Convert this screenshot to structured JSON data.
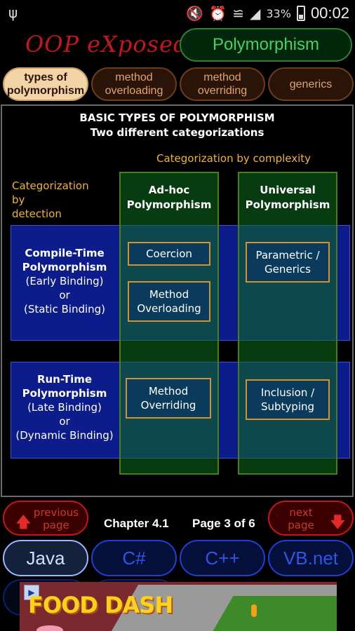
{
  "status_bar": {
    "usb_icon": "usb-icon",
    "icons": [
      "mute-icon",
      "alarm-icon",
      "wifi-icon",
      "signal-icon"
    ],
    "battery_percent": "33%",
    "time": "00:02"
  },
  "header": {
    "logo": "OOP eXposed",
    "topic": "Polymorphism"
  },
  "tabs": [
    {
      "line1": "types of",
      "line2": "polymorphism",
      "active": true
    },
    {
      "line1": "method",
      "line2": "overloading",
      "active": false
    },
    {
      "line1": "method",
      "line2": "overriding",
      "active": false
    },
    {
      "line1": "generics",
      "line2": "",
      "active": false
    }
  ],
  "diagram": {
    "title": "BASIC TYPES OF POLYMORPHISM",
    "subtitle": "Two different categorizations",
    "complexity_label": "Categorization by complexity",
    "detection_label": [
      "Categorization",
      "by",
      "detection"
    ],
    "columns": [
      {
        "line1": "Ad-hoc",
        "line2": "Polymorphism"
      },
      {
        "line1": "Universal",
        "line2": "Polymorphism"
      }
    ],
    "rows": [
      {
        "line1": "Compile-Time",
        "line2": "Polymorphism",
        "line3": "(Early Binding)",
        "line4": "or",
        "line5": "(Static Binding)"
      },
      {
        "line1": "Run-Time",
        "line2": "Polymorphism",
        "line3": "(Late Binding)",
        "line4": "or",
        "line5": "(Dynamic Binding)"
      }
    ],
    "cells": {
      "coercion": "Coercion",
      "method_overloading": [
        "Method",
        "Overloading"
      ],
      "parametric": [
        "Parametric /",
        "Generics"
      ],
      "method_overriding": [
        "Method",
        "Overriding"
      ],
      "inclusion": [
        "Inclusion /",
        "Subtyping"
      ]
    }
  },
  "navigation": {
    "previous": [
      "previous",
      "page"
    ],
    "next": [
      "next",
      "page"
    ],
    "chapter": "Chapter 4.1",
    "page": "Page 3 of 6"
  },
  "languages": [
    {
      "label": "Java",
      "active": true
    },
    {
      "label": "C#",
      "active": false
    },
    {
      "label": "C++",
      "active": false
    },
    {
      "label": "VB.net",
      "active": false
    }
  ],
  "ad": {
    "text": "FOOD DASH"
  }
}
